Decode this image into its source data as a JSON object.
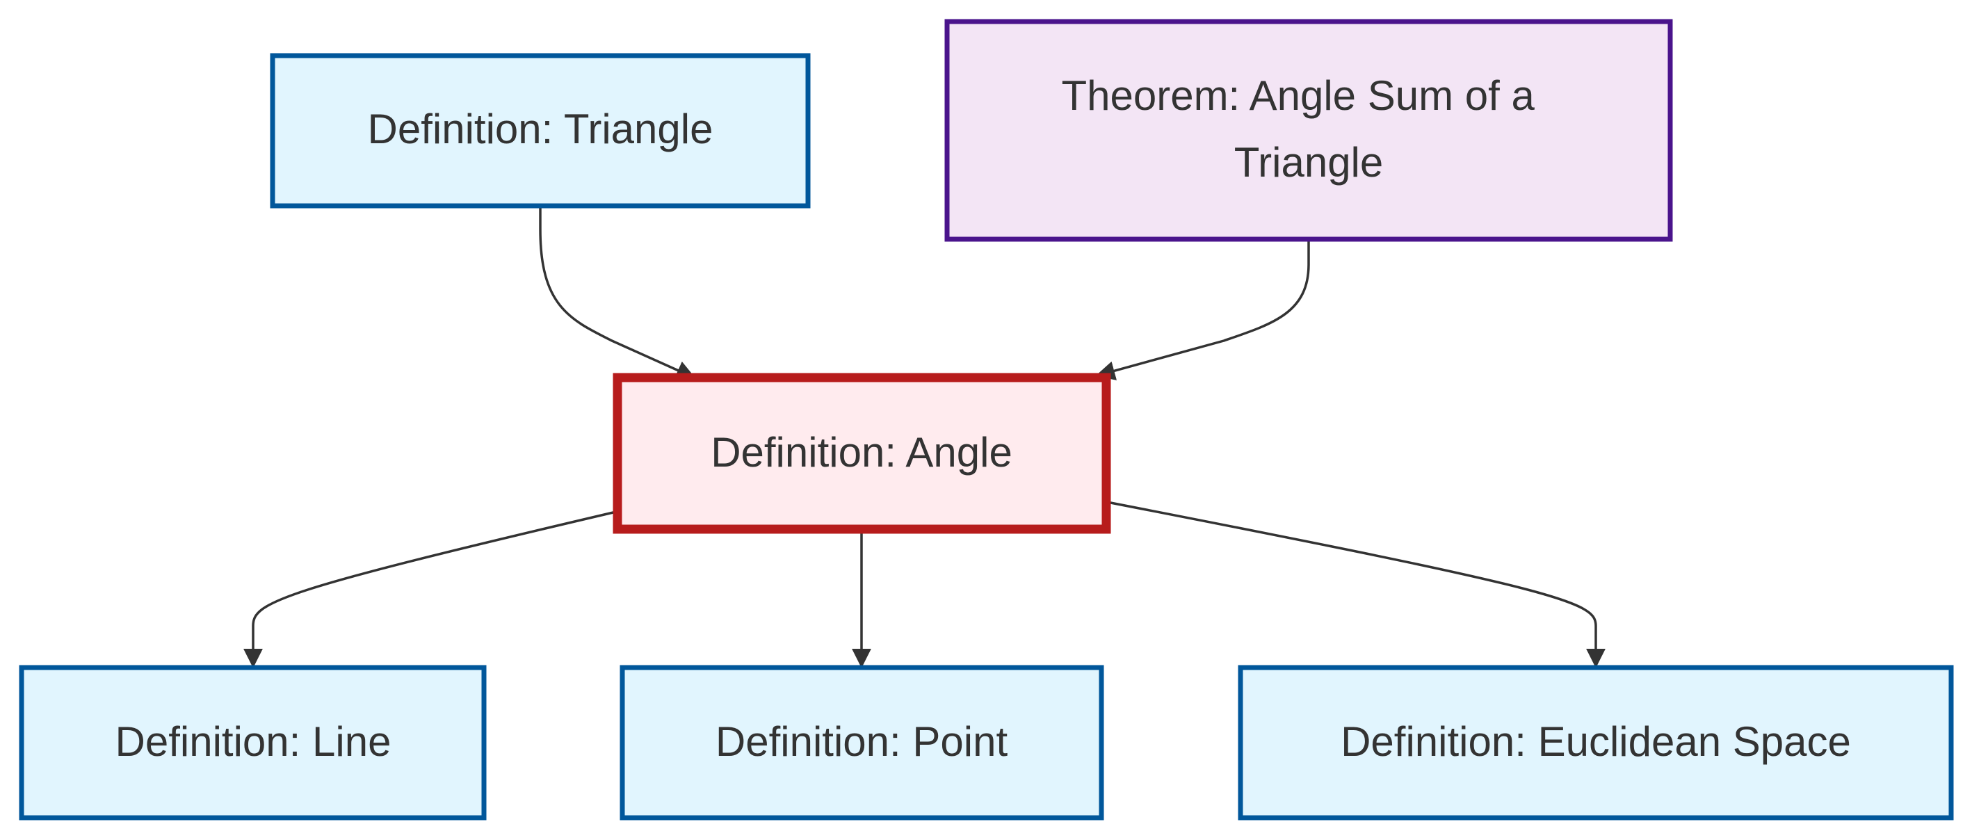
{
  "diagram": {
    "nodes": {
      "triangle": {
        "label_lines": [
          "Definition: Triangle"
        ],
        "fill": "#e1f5fe",
        "stroke": "#01579b"
      },
      "angle_sum": {
        "label_lines": [
          "Theorem: Angle Sum of a",
          "Triangle"
        ],
        "fill": "#f3e5f5",
        "stroke": "#4a148c"
      },
      "angle": {
        "label_lines": [
          "Definition: Angle"
        ],
        "fill": "#ffebee",
        "stroke": "#b71c1c"
      },
      "line": {
        "label_lines": [
          "Definition: Line"
        ],
        "fill": "#e1f5fe",
        "stroke": "#01579b"
      },
      "point": {
        "label_lines": [
          "Definition: Point"
        ],
        "fill": "#e1f5fe",
        "stroke": "#01579b"
      },
      "euclidean_space": {
        "label_lines": [
          "Definition: Euclidean Space"
        ],
        "fill": "#e1f5fe",
        "stroke": "#01579b"
      }
    },
    "edges": [
      {
        "from": "triangle",
        "to": "angle"
      },
      {
        "from": "angle_sum",
        "to": "angle"
      },
      {
        "from": "angle",
        "to": "line"
      },
      {
        "from": "angle",
        "to": "point"
      },
      {
        "from": "angle",
        "to": "euclidean_space"
      }
    ],
    "edge_color": "#333333"
  }
}
